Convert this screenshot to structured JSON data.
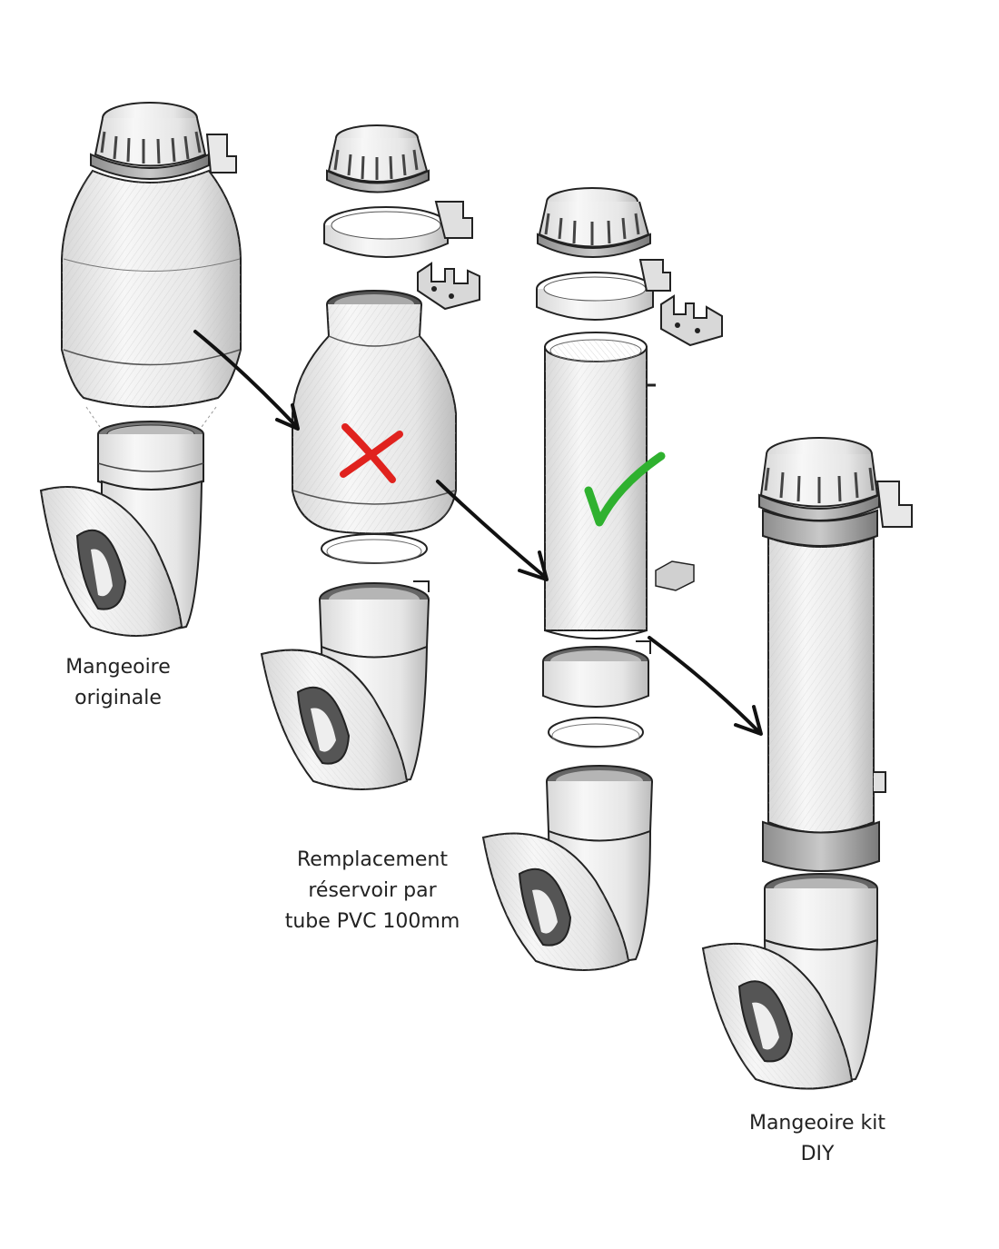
{
  "captions": {
    "original": {
      "line1": "Mangeoire",
      "line2": "originale"
    },
    "replacement": {
      "line1": "Remplacement",
      "line2": "réservoir par",
      "line3": "tube PVC 100mm"
    },
    "diy": {
      "line1": "Mangeoire kit",
      "line2": "DIY"
    }
  },
  "colors": {
    "ink": "#222222",
    "shade": "#cfcfcf",
    "fill": "#f4f4f4",
    "reject_mark": "#e0221e",
    "approve_mark": "#2fb12f",
    "arrow": "#111111"
  },
  "marks": {
    "reject": "cross-mark",
    "approve": "check-mark"
  }
}
